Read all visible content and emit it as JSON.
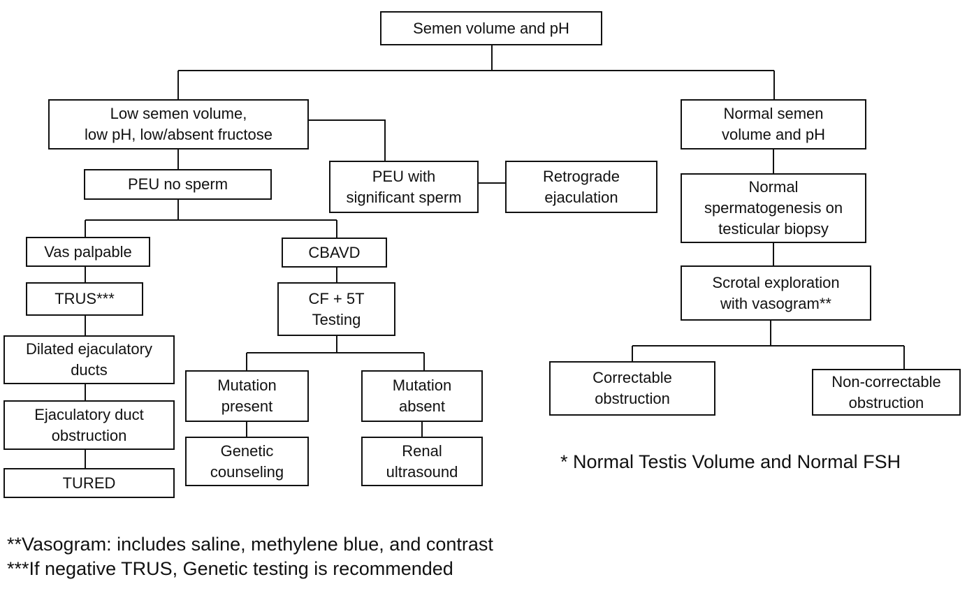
{
  "nodes": {
    "root": "Semen volume and pH",
    "low_volume": "Low semen volume,\nlow pH, low/absent fructose",
    "normal_volume": "Normal semen\nvolume and pH",
    "peu_no_sperm": "PEU no sperm",
    "peu_sig_sperm": "PEU with\nsignificant sperm",
    "retrograde": "Retrograde\nejaculation",
    "normal_spermato": "Normal\nspermatogenesis on\ntesticular biopsy",
    "vas_palpable": "Vas palpable",
    "cbavd": "CBAVD",
    "trus": "TRUS***",
    "cf_testing": "CF + 5T\nTesting",
    "scrotal": "Scrotal exploration\nwith vasogram**",
    "dilated": "Dilated ejaculatory\nducts",
    "mut_present": "Mutation\npresent",
    "mut_absent": "Mutation\nabsent",
    "correctable": "Correctable\nobstruction",
    "noncorrectable": "Non-correctable\nobstruction",
    "ejac_obstruction": "Ejaculatory duct\nobstruction",
    "genetic": "Genetic\ncounseling",
    "renal": "Renal\nultrasound",
    "tured": "TURED"
  },
  "notes": {
    "testis": "* Normal Testis Volume and Normal FSH",
    "vasogram": "**Vasogram: includes saline, methylene blue, and contrast",
    "trus_note": "***If negative TRUS, Genetic testing is recommended"
  }
}
